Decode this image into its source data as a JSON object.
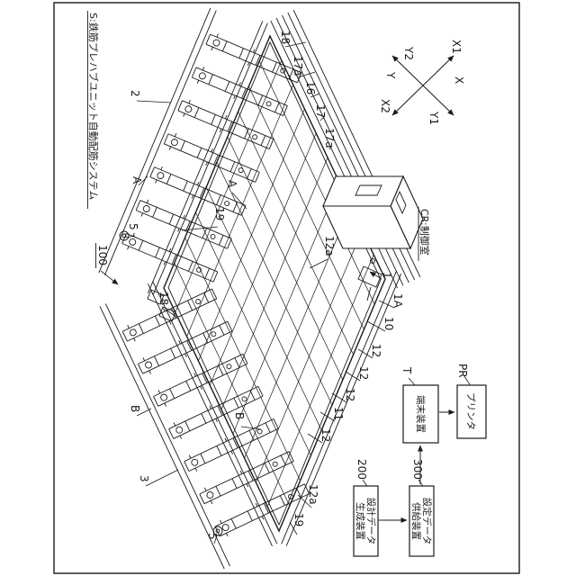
{
  "ink": "#1a1a1a",
  "paper": "#ffffff",
  "title": "S:鉄筋プレハブユニット自動配筋システム",
  "system_ref": "100",
  "control_room_label": "CR:制御室",
  "axis": {
    "x": "X",
    "y": "Y",
    "x1": "X1",
    "x2": "X2",
    "y1": "Y1",
    "y2": "Y2"
  },
  "refs": {
    "row_a": "2",
    "row_b": "3",
    "machine_a_1": "A",
    "machine_a_2": "A",
    "machine_b_1": "B",
    "machine_b_2": "B",
    "feeder_top": "5",
    "feeder_bottom": "5",
    "rail_18_top": "18",
    "rail_18_left": "18",
    "rail_17a_upper": "17a",
    "rail_16": "16",
    "rail_17": "17",
    "rail_17a_lower": "17a",
    "rail_19_top": "19",
    "rail_19_bottom": "19",
    "mesh_12a_upper": "12a",
    "mesh_12a_lower": "12a",
    "unit_1": "1",
    "unit_1a": "1A",
    "unit_10": "10",
    "bar_12_1": "12",
    "bar_12_2": "12",
    "bar_12_3": "12",
    "bar_11": "11",
    "bar_12_4": "12"
  },
  "flow": {
    "design_id": "200",
    "design_line1": "設計データ",
    "design_line2": "生成装置",
    "supply_id": "300",
    "supply_line1": "設定データ",
    "supply_line2": "供給装置",
    "terminal_id": "T",
    "terminal_label": "端末装置",
    "printer_id": "PR",
    "printer_label": "プリンタ"
  }
}
